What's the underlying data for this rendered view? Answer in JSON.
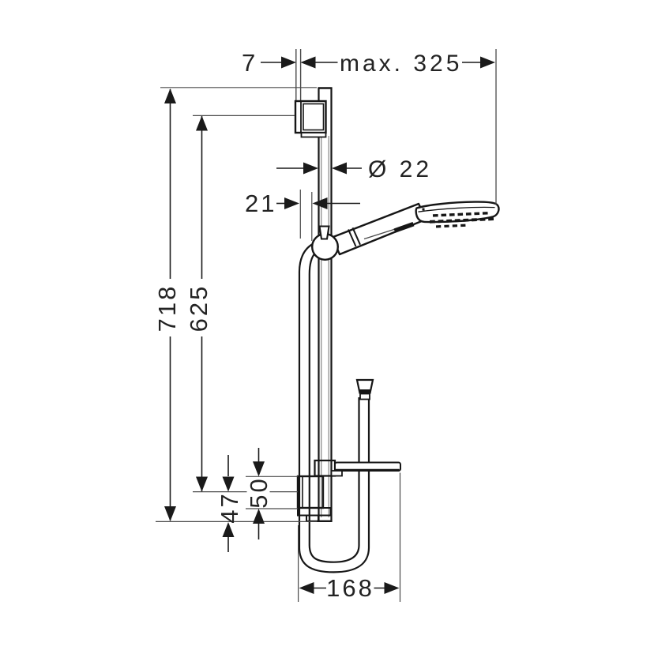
{
  "meta": {
    "type": "technical line drawing",
    "subject": "hand shower set with wall bar, slide holder and shower hose"
  },
  "colors": {
    "background": "#ffffff",
    "line": "#161616",
    "thin_line": "#4a4a4a",
    "text": "#232323"
  },
  "dimensions": {
    "wall_offset": "7",
    "max_reach": "max. 325",
    "bar_diameter": "Ø 22",
    "holder_offset": "21",
    "bar_length": "718",
    "mounting_distance": "625",
    "lower_overhang": "47",
    "bracket_height": "50",
    "hose_loop_width": "168"
  }
}
